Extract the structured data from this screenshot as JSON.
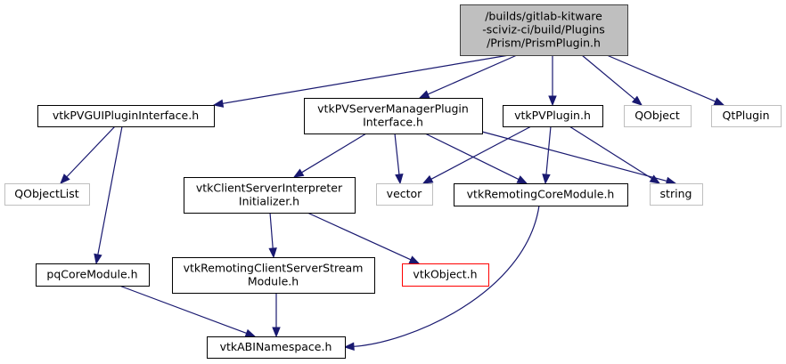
{
  "title": "Include dependency graph for PrismPlugin.h",
  "colors": {
    "edge": "#191970",
    "root_fill": "#bfbfbf",
    "root_border": "#404040",
    "documented_border": "#000000",
    "external_border": "#bfbfbf",
    "truncated_border": "#ff0000"
  },
  "nodes": [
    {
      "id": "root",
      "kind": "root",
      "lines": [
        "/builds/gitlab-kitware",
        "-sciviz-ci/build/Plugins",
        "/Prism/PrismPlugin.h"
      ]
    },
    {
      "id": "gui",
      "kind": "documented",
      "lines": [
        "vtkPVGUIPluginInterface.h"
      ]
    },
    {
      "id": "smpi",
      "kind": "documented",
      "lines": [
        "vtkPVServerManagerPlugin",
        "Interface.h"
      ]
    },
    {
      "id": "pvplugin",
      "kind": "documented",
      "lines": [
        "vtkPVPlugin.h"
      ]
    },
    {
      "id": "qobject",
      "kind": "external",
      "lines": [
        "QObject"
      ]
    },
    {
      "id": "qtplugin",
      "kind": "external",
      "lines": [
        "QtPlugin"
      ]
    },
    {
      "id": "qobjectlist",
      "kind": "external",
      "lines": [
        "QObjectList"
      ]
    },
    {
      "id": "csii",
      "kind": "documented",
      "lines": [
        "vtkClientServerInterpreter",
        "Initializer.h"
      ]
    },
    {
      "id": "vector",
      "kind": "external",
      "lines": [
        "vector"
      ]
    },
    {
      "id": "rcm",
      "kind": "documented",
      "lines": [
        "vtkRemotingCoreModule.h"
      ]
    },
    {
      "id": "string",
      "kind": "external",
      "lines": [
        "string"
      ]
    },
    {
      "id": "pqcore",
      "kind": "documented",
      "lines": [
        "pqCoreModule.h"
      ]
    },
    {
      "id": "rcssm",
      "kind": "documented",
      "lines": [
        "vtkRemotingClientServerStream",
        "Module.h"
      ]
    },
    {
      "id": "vtkobject",
      "kind": "truncated",
      "lines": [
        "vtkObject.h"
      ]
    },
    {
      "id": "abi",
      "kind": "documented",
      "lines": [
        "vtkABINamespace.h"
      ]
    }
  ],
  "edges": [
    {
      "from": "root",
      "to": "gui"
    },
    {
      "from": "root",
      "to": "smpi"
    },
    {
      "from": "root",
      "to": "pvplugin"
    },
    {
      "from": "root",
      "to": "qobject"
    },
    {
      "from": "root",
      "to": "qtplugin"
    },
    {
      "from": "gui",
      "to": "qobjectlist"
    },
    {
      "from": "gui",
      "to": "pqcore"
    },
    {
      "from": "smpi",
      "to": "csii"
    },
    {
      "from": "smpi",
      "to": "vector"
    },
    {
      "from": "smpi",
      "to": "rcm"
    },
    {
      "from": "smpi",
      "to": "string"
    },
    {
      "from": "pvplugin",
      "to": "vector"
    },
    {
      "from": "pvplugin",
      "to": "rcm"
    },
    {
      "from": "pvplugin",
      "to": "string"
    },
    {
      "from": "csii",
      "to": "rcssm"
    },
    {
      "from": "csii",
      "to": "vtkobject"
    },
    {
      "from": "rcm",
      "to": "abi"
    },
    {
      "from": "pqcore",
      "to": "abi"
    },
    {
      "from": "rcssm",
      "to": "abi"
    }
  ]
}
